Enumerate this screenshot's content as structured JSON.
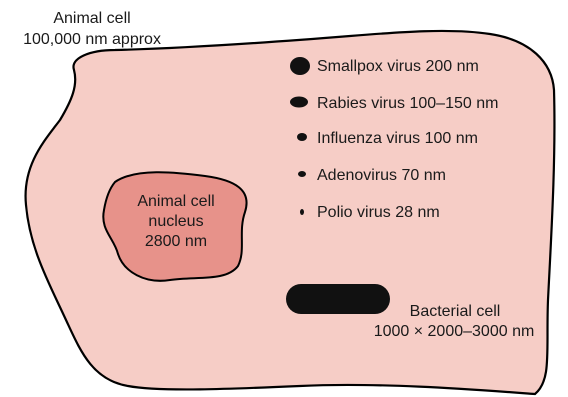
{
  "cell": {
    "title": "Animal cell",
    "size": "100,000 nm approx",
    "fill": "#f6cdc6"
  },
  "nucleus": {
    "line1": "Animal cell",
    "line2": "nucleus",
    "line3": "2800 nm",
    "fill": "#e7928a"
  },
  "viruses": [
    {
      "label": "Smallpox virus 200 nm",
      "icon": "smallpox-virus-icon"
    },
    {
      "label": "Rabies virus 100–150 nm",
      "icon": "rabies-virus-icon"
    },
    {
      "label": "Influenza virus 100 nm",
      "icon": "influenza-virus-icon"
    },
    {
      "label": "Adenovirus 70 nm",
      "icon": "adenovirus-icon"
    },
    {
      "label": "Polio virus 28 nm",
      "icon": "polio-virus-icon"
    }
  ],
  "bacterium": {
    "line1": "Bacterial cell",
    "line2": "1000 × 2000–3000 nm",
    "fill": "#111111"
  },
  "outline_color": "#000000"
}
